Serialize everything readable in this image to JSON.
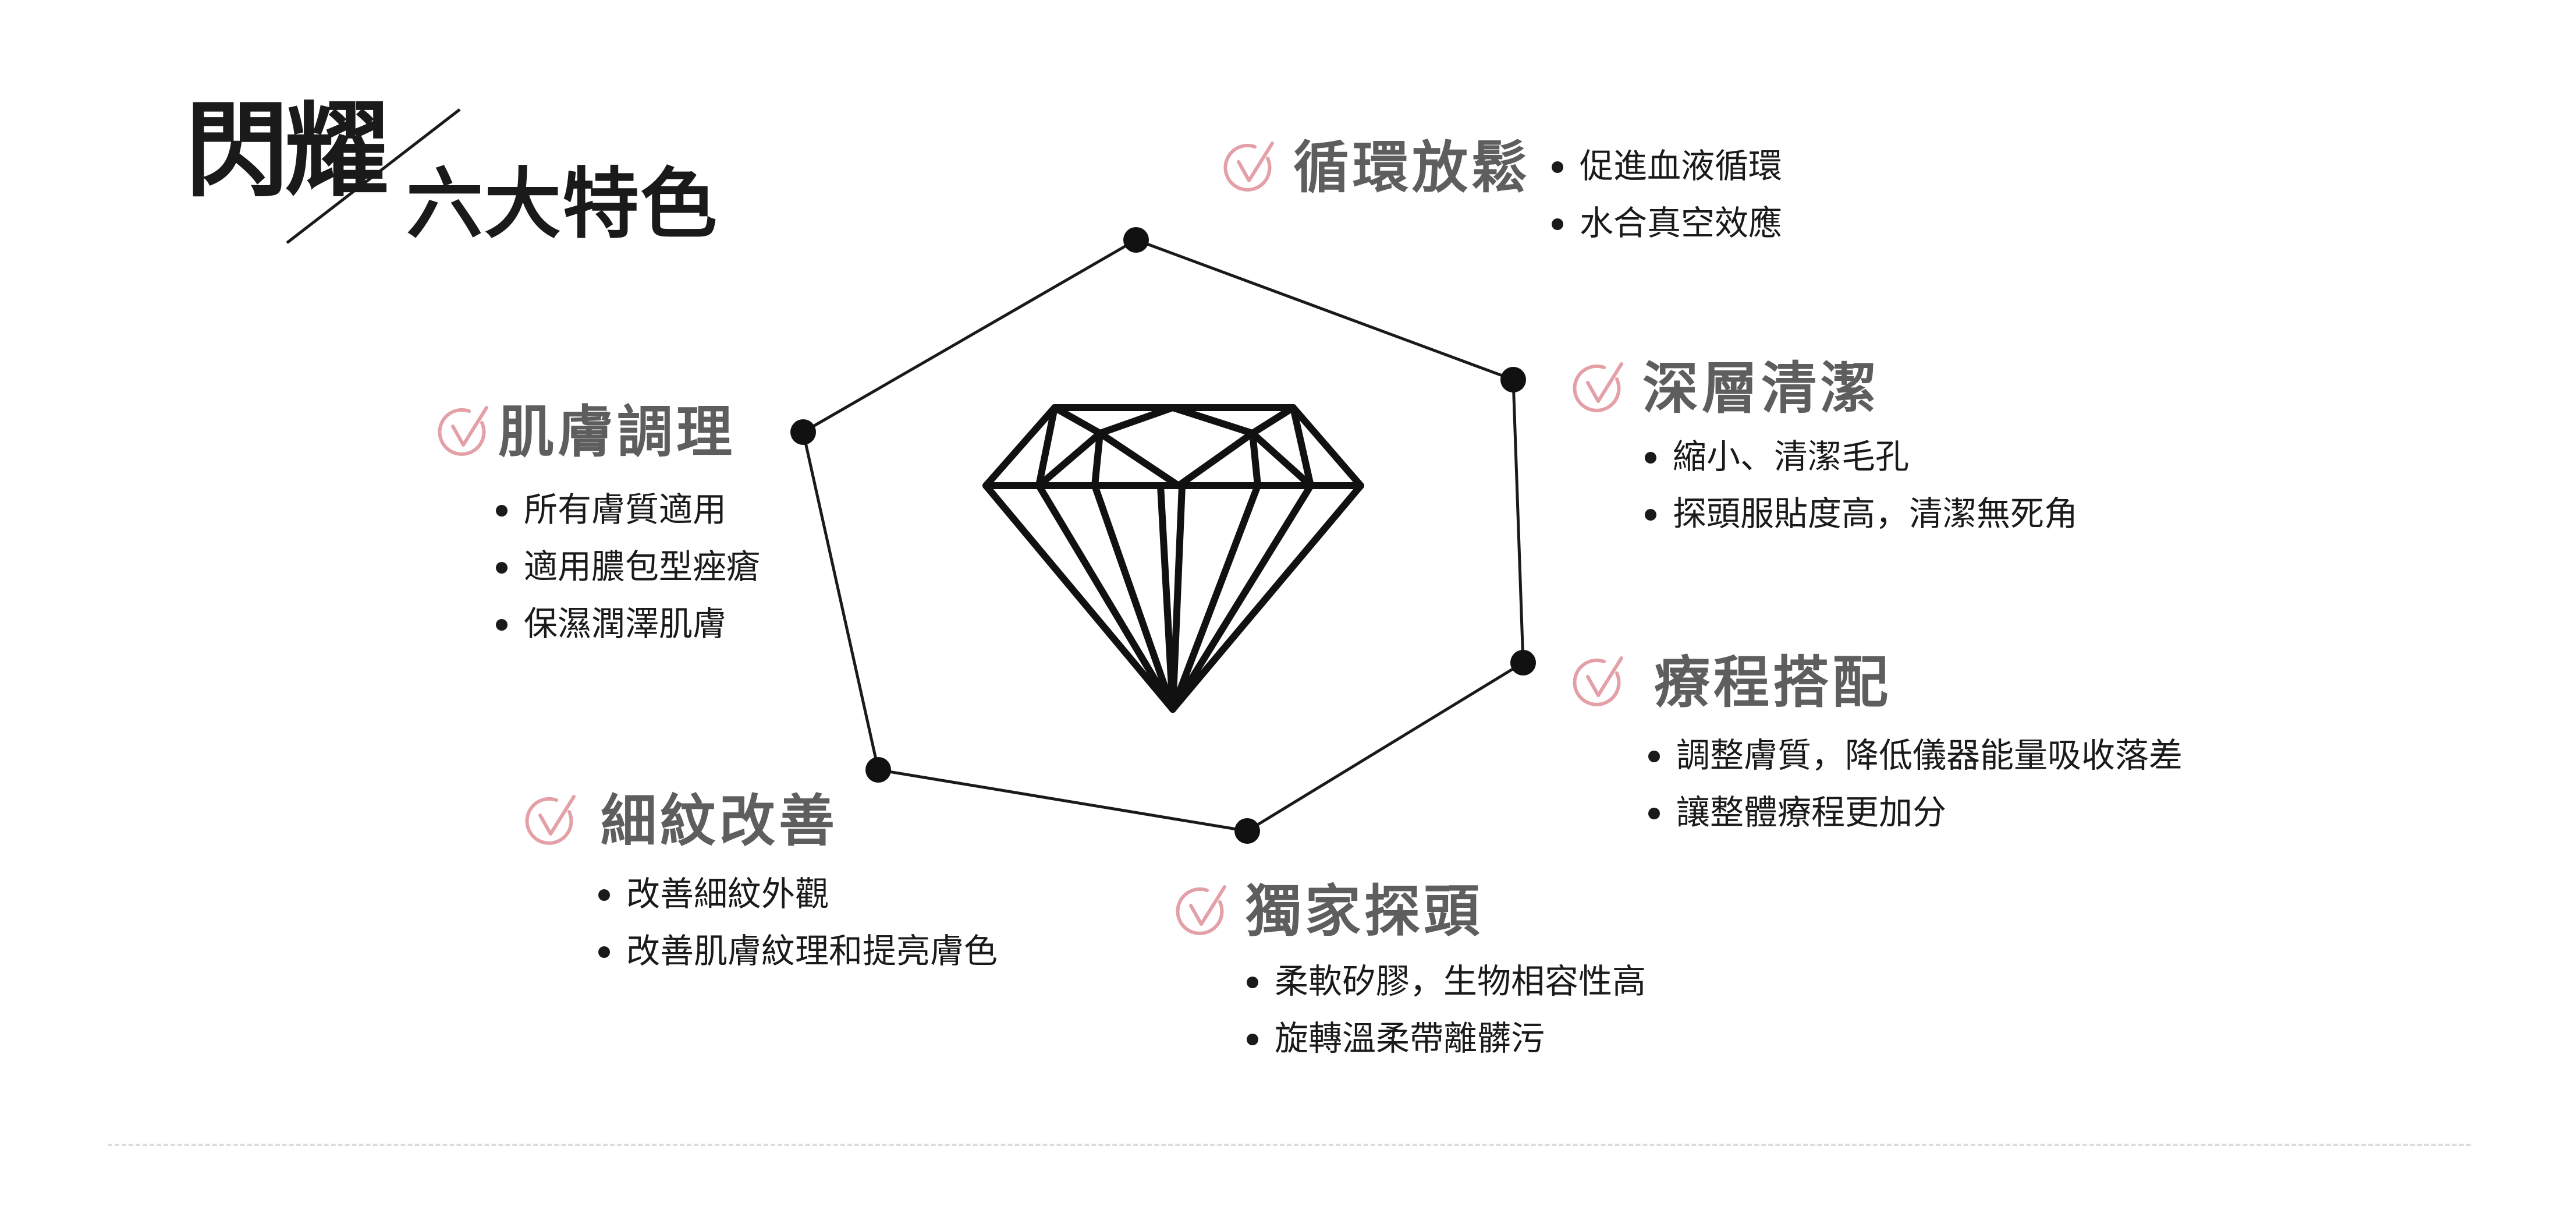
{
  "title": {
    "main": "閃耀",
    "sub": "六大特色"
  },
  "accent_color": "#e3a0a6",
  "features": [
    {
      "icon": "checkmark-circle-icon",
      "title": "循環放鬆",
      "bullets": [
        "促進血液循環",
        "水合真空效應"
      ]
    },
    {
      "icon": "checkmark-circle-icon",
      "title": "深層清潔",
      "bullets": [
        "縮小、清潔毛孔",
        "探頭服貼度高，清潔無死角"
      ]
    },
    {
      "icon": "checkmark-circle-icon",
      "title": "療程搭配",
      "bullets": [
        "調整膚質，降低儀器能量吸收落差",
        "讓整體療程更加分"
      ]
    },
    {
      "icon": "checkmark-circle-icon",
      "title": "獨家探頭",
      "bullets": [
        "柔軟矽膠，生物相容性高",
        "旋轉溫柔帶離髒污"
      ]
    },
    {
      "icon": "checkmark-circle-icon",
      "title": "細紋改善",
      "bullets": [
        "改善細紋外觀",
        "改善肌膚紋理和提亮膚色"
      ]
    },
    {
      "icon": "checkmark-circle-icon",
      "title": "肌膚調理",
      "bullets": [
        "所有膚質適用",
        "適用膿包型痤瘡",
        "保濕潤澤肌膚"
      ]
    }
  ],
  "center_icon": "diamond-icon"
}
